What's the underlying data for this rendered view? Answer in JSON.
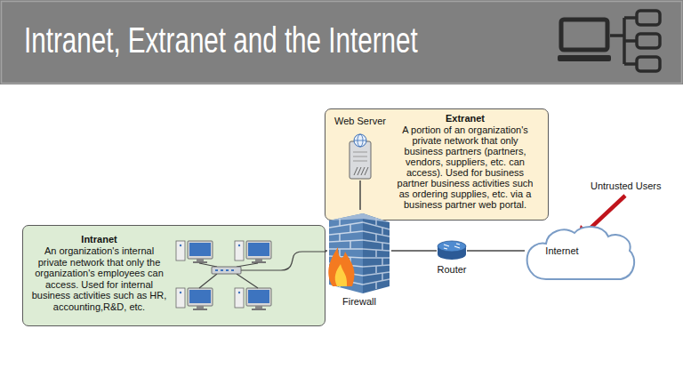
{
  "diagram": {
    "title": "Intranet, Extranet and the Internet",
    "nodes": [
      {
        "text": [
          "Extranet",
          "A portion of an organization's private network that only business partners (partners, vendors, suppliers, etc. can access). Used for business partner business activities such as ordering supplies, etc. via a business partner web portal."
        ]
      },
      {
        "text": [
          "Web Server"
        ],
        "in": 0
      },
      {
        "text": [
          "Intranet",
          "An organization's internal private network that only the organization's employees can access. Used for internal business activities such as HR, accounting,R&D, etc."
        ]
      },
      {
        "text": [
          "Firewall"
        ]
      },
      {
        "text": [
          "Router"
        ]
      },
      {
        "text": [
          "Internet"
        ]
      }
    ],
    "edges": [
      {
        "from": 2,
        "to": 3,
        "arrow": "none"
      },
      {
        "from": 1,
        "to": 3,
        "arrow": "none"
      },
      {
        "from": 3,
        "to": 4,
        "arrow": "none"
      },
      {
        "from": 4,
        "to": 5,
        "arrow": "none"
      }
    ],
    "labels": [
      "Untrusted Users"
    ]
  }
}
